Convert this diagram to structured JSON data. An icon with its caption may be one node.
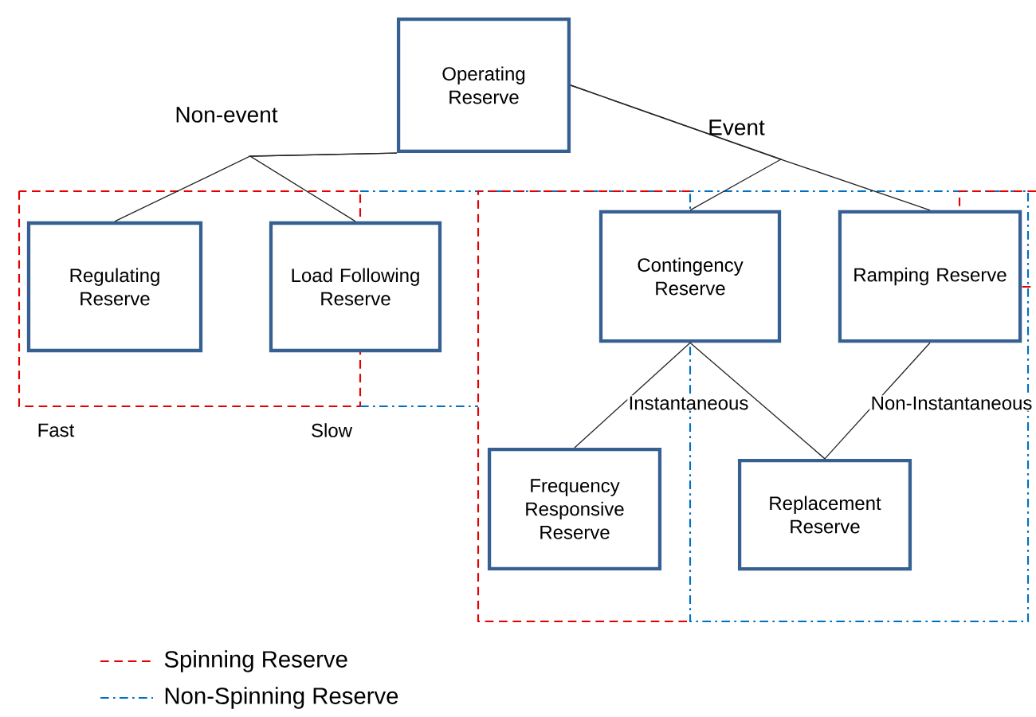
{
  "diagram": {
    "nodes": [
      {
        "text": [
          "Operating Reserve"
        ]
      },
      {
        "text": [
          "Regulating Reserve"
        ]
      },
      {
        "text": [
          "Load Following Reserve"
        ]
      },
      {
        "text": [
          "Contingency Reserve"
        ]
      },
      {
        "text": [
          "Ramping Reserve"
        ]
      },
      {
        "text": [
          "Frequency Responsive Reserve"
        ]
      },
      {
        "text": [
          "Replacement Reserve"
        ]
      }
    ],
    "edges": [
      {
        "from": 0,
        "to": 1,
        "arrow": "none"
      },
      {
        "from": 0,
        "to": 2,
        "arrow": "none"
      },
      {
        "from": 0,
        "to": 3,
        "arrow": "none"
      },
      {
        "from": 0,
        "to": 4,
        "arrow": "none"
      },
      {
        "from": 3,
        "to": 5,
        "arrow": "none",
        "label": "Instantaneous"
      },
      {
        "from": 3,
        "to": 6,
        "arrow": "none"
      },
      {
        "from": 4,
        "to": 6,
        "arrow": "none",
        "label": "Non-Instantaneous"
      }
    ],
    "labels": [
      "Non-event",
      "Event",
      "Fast",
      "Slow"
    ],
    "legend": [
      {
        "text": "Spinning Reserve"
      },
      {
        "text": "Non-Spinning Reserve"
      }
    ]
  }
}
